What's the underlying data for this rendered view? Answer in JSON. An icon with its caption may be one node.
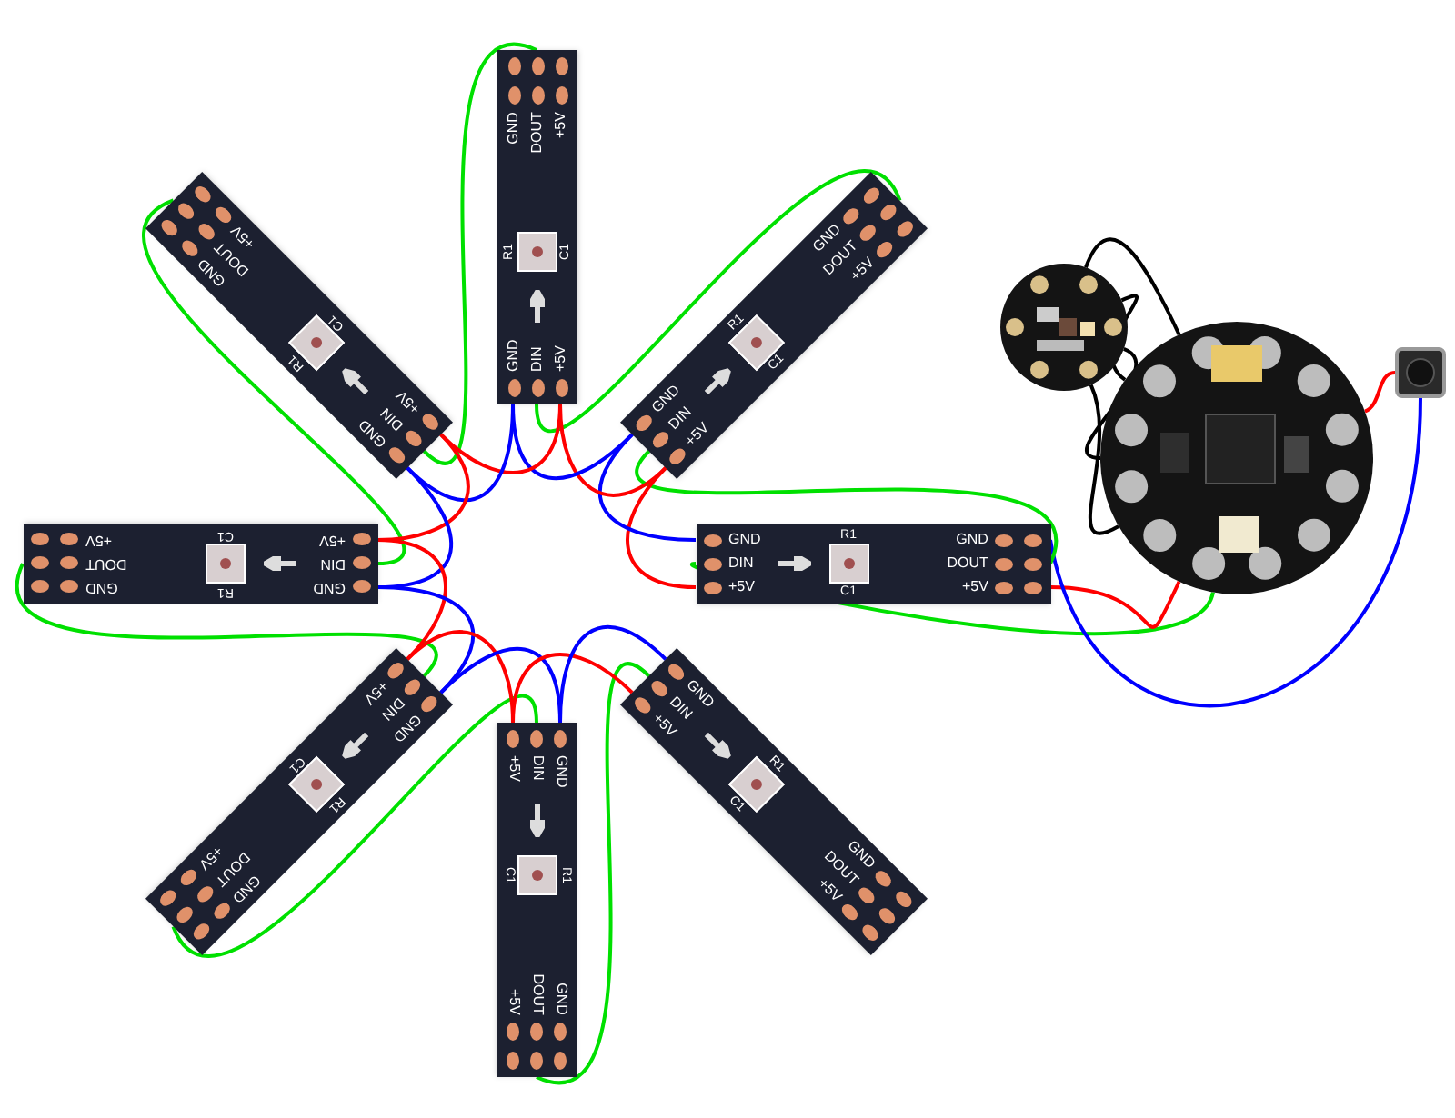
{
  "diagram": {
    "nodes": [
      {
        "text": [
          "GND",
          "DIN",
          "+5V",
          "R1",
          "C1",
          "GND",
          "DOUT",
          "+5V"
        ]
      },
      {
        "text": [
          "GND",
          "DIN",
          "+5V",
          "R1",
          "C1",
          "GND",
          "DOUT",
          "+5V"
        ]
      },
      {
        "text": [],
        "shape": "circle"
      },
      {
        "text": [
          "GND",
          "DIN",
          "+5V",
          "R1",
          "C1",
          "GND",
          "DOUT",
          "+5V"
        ]
      },
      {
        "text": [],
        "shape": "box"
      },
      {
        "text": [],
        "shape": "circle"
      },
      {
        "text": [
          "GND",
          "DIN",
          "+5V",
          "R1",
          "C1",
          "GND",
          "DOUT",
          "+5V"
        ]
      },
      {
        "text": [
          "GND",
          "DIN",
          "+5V",
          "R1",
          "C1",
          "GND",
          "DOUT",
          "+5V"
        ]
      },
      {
        "text": [
          "GND",
          "DIN",
          "+5V",
          "R1",
          "C1",
          "GND",
          "DOUT",
          "+5V"
        ]
      },
      {
        "text": [
          "GND",
          "DIN",
          "+5V",
          "R1",
          "C1",
          "GND",
          "DOUT",
          "+5V"
        ]
      },
      {
        "text": [
          "GND",
          "DIN",
          "+5V",
          "R1",
          "C1",
          "GND",
          "DOUT",
          "+5V"
        ]
      }
    ],
    "edges": [
      {
        "from": 5,
        "to": 7,
        "arrow": "none",
        "color": "#00e000"
      },
      {
        "from": 5,
        "to": 7,
        "arrow": "none",
        "color": "#ff0000"
      },
      {
        "from": 4,
        "to": 7,
        "arrow": "none",
        "color": "#0000ff"
      },
      {
        "from": 4,
        "to": 5,
        "arrow": "none",
        "color": "#ff0000"
      },
      {
        "from": 2,
        "to": 5,
        "arrow": "none",
        "color": "#000000"
      },
      {
        "from": 2,
        "to": 5,
        "arrow": "none",
        "color": "#000000"
      },
      {
        "from": 2,
        "to": 5,
        "arrow": "none",
        "color": "#000000"
      },
      {
        "from": 2,
        "to": 5,
        "arrow": "none",
        "color": "#000000"
      },
      {
        "from": 7,
        "to": 3,
        "arrow": "none",
        "color": "#00e000"
      },
      {
        "from": 7,
        "to": 3,
        "arrow": "none",
        "color": "#ff0000"
      },
      {
        "from": 7,
        "to": 3,
        "arrow": "none",
        "color": "#0000ff"
      },
      {
        "from": 3,
        "to": 0,
        "arrow": "none",
        "color": "#00e000"
      },
      {
        "from": 3,
        "to": 0,
        "arrow": "none",
        "color": "#ff0000"
      },
      {
        "from": 3,
        "to": 0,
        "arrow": "none",
        "color": "#0000ff"
      },
      {
        "from": 0,
        "to": 1,
        "arrow": "none",
        "color": "#00e000"
      },
      {
        "from": 0,
        "to": 1,
        "arrow": "none",
        "color": "#ff0000"
      },
      {
        "from": 0,
        "to": 1,
        "arrow": "none",
        "color": "#0000ff"
      },
      {
        "from": 1,
        "to": 6,
        "arrow": "none",
        "color": "#00e000"
      },
      {
        "from": 1,
        "to": 6,
        "arrow": "none",
        "color": "#ff0000"
      },
      {
        "from": 1,
        "to": 6,
        "arrow": "none",
        "color": "#0000ff"
      },
      {
        "from": 6,
        "to": 8,
        "arrow": "none",
        "color": "#00e000"
      },
      {
        "from": 6,
        "to": 8,
        "arrow": "none",
        "color": "#ff0000"
      },
      {
        "from": 6,
        "to": 8,
        "arrow": "none",
        "color": "#0000ff"
      },
      {
        "from": 8,
        "to": 10,
        "arrow": "none",
        "color": "#00e000"
      },
      {
        "from": 8,
        "to": 10,
        "arrow": "none",
        "color": "#ff0000"
      },
      {
        "from": 8,
        "to": 10,
        "arrow": "none",
        "color": "#0000ff"
      },
      {
        "from": 10,
        "to": 9,
        "arrow": "none",
        "color": "#00e000"
      },
      {
        "from": 10,
        "to": 9,
        "arrow": "none",
        "color": "#ff0000"
      },
      {
        "from": 10,
        "to": 9,
        "arrow": "none",
        "color": "#0000ff"
      }
    ]
  }
}
